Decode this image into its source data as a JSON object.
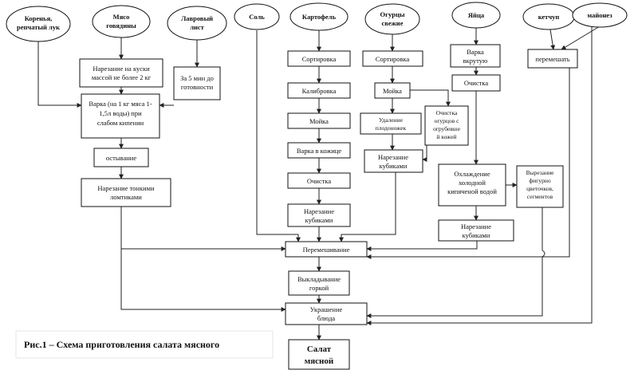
{
  "ingredients": {
    "roots": [
      "Коренья,",
      "репчатый лук"
    ],
    "beef": [
      "Мясо",
      "говядины"
    ],
    "bay": [
      "Лавровый",
      "лист"
    ],
    "salt": [
      "Соль"
    ],
    "potato": [
      "Картофель"
    ],
    "cucumbers": [
      "Огурцы",
      "свежие"
    ],
    "eggs": [
      "Яйца"
    ],
    "ketchup": [
      "кетчуп"
    ],
    "mayo": [
      "майонез"
    ]
  },
  "steps": {
    "cut_pieces": [
      "Нарезание на куски",
      "массой не более 2 кг"
    ],
    "bay_time": [
      "За 5 мин до",
      "готовности"
    ],
    "boil_meat": [
      "Варка (на 1 кг мяса 1-",
      "1,5л воды) при",
      "слабом кипении"
    ],
    "cooling": [
      "остывание"
    ],
    "slice_thin": [
      "Нарезание тонкими",
      "ломтиками"
    ],
    "potato_sort": [
      "Сортировка"
    ],
    "potato_calibrate": [
      "Калибровка"
    ],
    "potato_wash": [
      "Мойка"
    ],
    "potato_boil": [
      "Варка в кожице"
    ],
    "potato_peel": [
      "Очистка"
    ],
    "potato_cubes": [
      "Нарезание",
      "кубиками"
    ],
    "cuc_sort": [
      "Сортировка"
    ],
    "cuc_wash": [
      "Мойка"
    ],
    "cuc_stems": [
      "Удаление",
      "плодоножек"
    ],
    "cuc_peel": [
      "Очистка",
      "огурцов с",
      "огрубевше",
      "й кожей"
    ],
    "cuc_cubes": [
      "Нарезание",
      "кубиками"
    ],
    "egg_boil": [
      "Варка",
      "вкрутую"
    ],
    "egg_peel": [
      "Очистка"
    ],
    "egg_cool": [
      "Охлаждение",
      "холодной",
      "кипяченой водой"
    ],
    "egg_shapes": [
      "Вырезание",
      "фигурно",
      "цветочков,",
      "сегментов"
    ],
    "egg_cubes": [
      "Нарезание",
      "кубиками"
    ],
    "sauce_mix": [
      "перемешать"
    ],
    "mixing": [
      "Перемешивание"
    ],
    "lay_slide": [
      "Выкладывание",
      "горкой"
    ],
    "decorate": [
      "Украшение",
      "блюда"
    ],
    "final": [
      "Салат",
      "мясной"
    ]
  },
  "caption": "Рис.1 – Схема приготовления салата мясного"
}
